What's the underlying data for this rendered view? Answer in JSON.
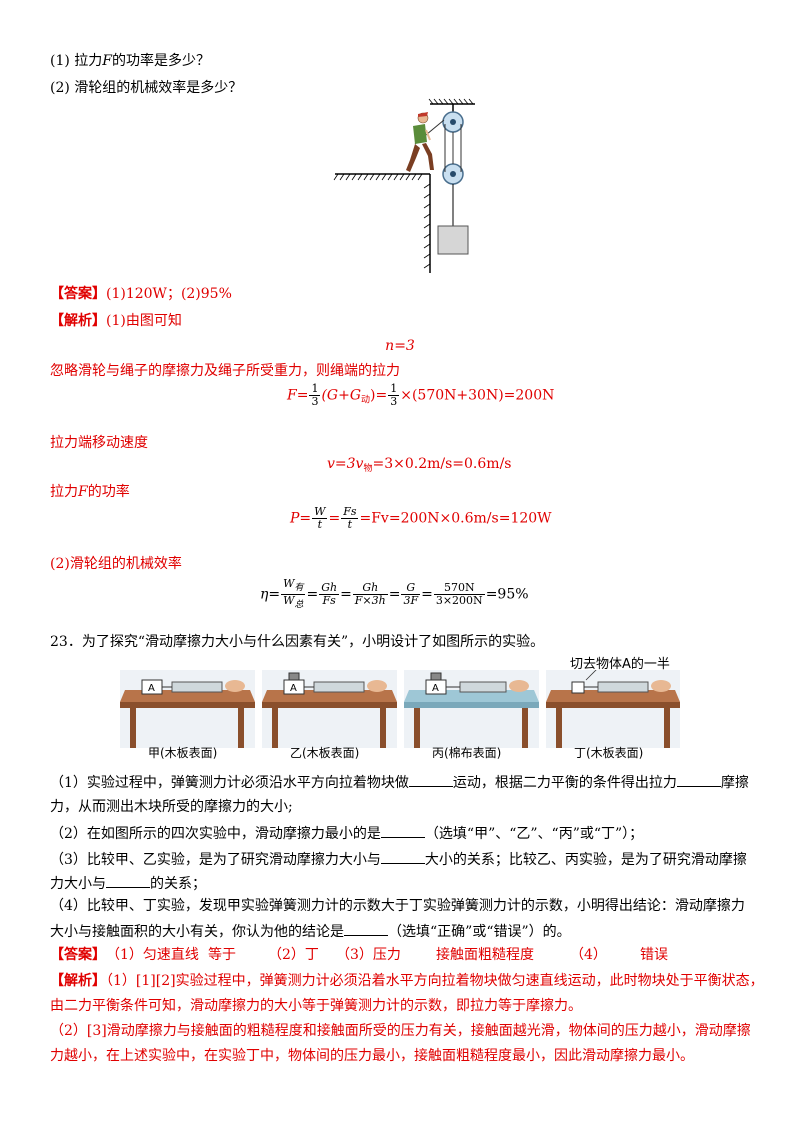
{
  "q1": "(1)  拉力",
  "q1_var": "F",
  "q1_tail": "的功率是多少？",
  "q2": "(2)  滑轮组的机械效率是多少？",
  "answer_tag": "【答案】",
  "answer_text": "(1)120W；(2)95%",
  "analysis_tag": "【解析】",
  "analysis_1": "(1)由图可知",
  "n_eq": "n=3",
  "ignore_text": "忽略滑轮与绳子的摩擦力及绳子所受重力，则绳端的拉力",
  "f_formula_left": "F=",
  "f_formula_mid": "(G+G",
  "f_formula_sub": "动",
  "f_formula_close": ")=",
  "f_formula_right": "×(570N+30N)=200N",
  "frac_one": "1",
  "frac_three": "3",
  "speed_text": "拉力端移动速度",
  "v_formula": "v=3v",
  "v_sub": "物",
  "v_rest": "=3×0.2m/s=0.6m/s",
  "power_text_a": "拉力",
  "power_text_var": "F",
  "power_text_b": "的功率",
  "p_left": "P=",
  "p_W": "W",
  "p_t": "t",
  "p_Fs": "Fs",
  "p_right": "=Fv=200N×0.6m/s=120W",
  "eff_text": "(2)滑轮组的机械效率",
  "eta": "η=",
  "eta_w_useful": "W",
  "eta_w_useful_sub": "有",
  "eta_w_total": "W",
  "eta_w_total_sub": "总",
  "eta_Gh": "Gh",
  "eta_Fs": "Fs",
  "eta_F3h": "F×3h",
  "eta_G": "G",
  "eta_3F": "3F",
  "eta_570": "570N",
  "eta_3x200": "3×200N",
  "eta_result": "=95%",
  "q23": "23．为了探究“滑动摩擦力大小与什么因素有关”，小明设计了如图所示的实验。",
  "cut_label": "切去物体A的一半",
  "block_label": "A",
  "captions": [
    "甲(木板表面)",
    "乙(木板表面)",
    "丙(棉布表面)",
    "丁(木板表面)"
  ],
  "s1a": "（1）实验过程中，弹簧测力计必须沿水平方向拉着物块做",
  "s1b": "运动，根据二力平衡的条件得出拉力",
  "s1c": "摩擦",
  "s1d": "力，从而测出木块所受的摩擦力的大小;",
  "s2a": "（2）在如图所示的四次实验中，滑动摩擦力最小的是",
  "s2b": "（选填“甲”、“乙”、“丙”或“丁”）；",
  "s3a": "（3）比较甲、乙实验，是为了研究滑动摩擦力大小与",
  "s3b": "大小的关系；比较乙、丙实验，是为了研究滑动摩擦",
  "s3c": "力大小与",
  "s3d": "的关系；",
  "s4a": "（4）比较甲、丁实验，发现甲实验弹簧测力计的示数大于丁实验弹簧测力计的示数，小明得出结论：滑动摩擦力",
  "s4b": "大小与接触面积的大小有关，你认为他的结论是",
  "s4c": "（选填“正确”或“错误”）的。",
  "ans23_tag": "【答案】",
  "ans23_items": [
    "（1）匀速直线",
    "等于",
    "（2）丁",
    "（3）压力",
    "接触面粗糙程度",
    "（4）",
    "错误"
  ],
  "ana23_tag": "【解析】",
  "ana23_l1": "（1）[1][2]实验过程中，弹簧测力计必须沿着水平方向拉着物块做匀速直线运动，此时物块处于平衡状态，",
  "ana23_l2": "由二力平衡条件可知，滑动摩擦力的大小等于弹簧测力计的示数，即拉力等于摩擦力。",
  "ana23_l3": "（2）[3]滑动摩擦力与接触面的粗糙程度和接触面所受的压力有关，接触面越光滑，物体间的压力越小，滑动摩擦",
  "ana23_l4": "力越小，在上述实验中，在实验丁中，物体间的压力最小，接触面粗糙程度最小，因此滑动摩擦力最小。"
}
